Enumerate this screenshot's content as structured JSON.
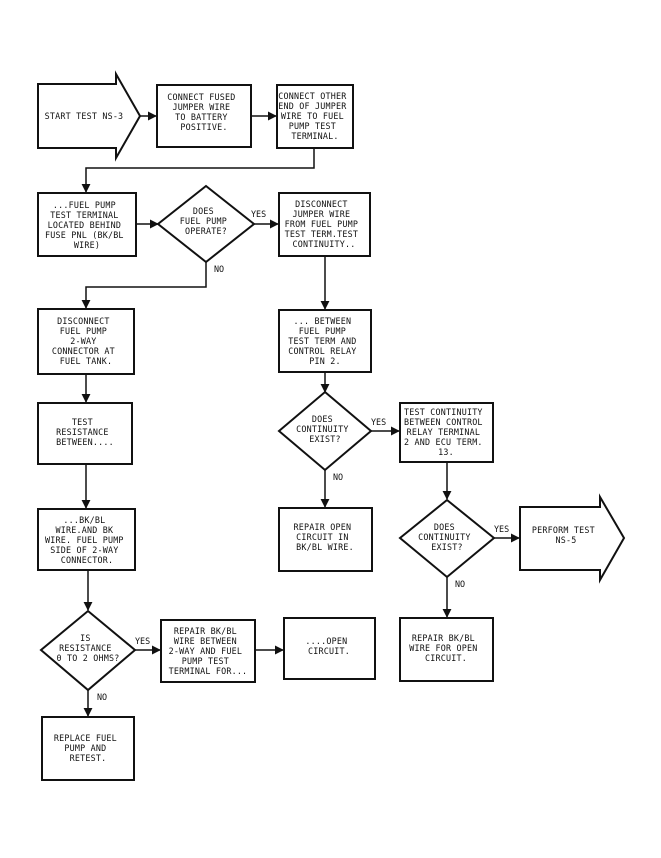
{
  "nodes": {
    "start": {
      "lines": [
        "START TEST NS-3"
      ]
    },
    "n1": {
      "lines": [
        "CONNECT FUSED",
        "JUMPER WIRE",
        "TO BATTERY",
        "POSITIVE."
      ]
    },
    "n2": {
      "lines": [
        "CONNECT OTHER",
        "END OF JUMPER",
        "WIRE TO FUEL",
        "PUMP TEST",
        "TERMINAL."
      ]
    },
    "n3": {
      "lines": [
        "...FUEL PUMP",
        "TEST TERMINAL",
        "LOCATED BEHIND",
        "FUSE PNL (BK/BL",
        "WIRE)"
      ]
    },
    "d1": {
      "lines": [
        "DOES",
        "FUEL PUMP",
        "OPERATE?"
      ]
    },
    "n4": {
      "lines": [
        "DISCONNECT",
        "JUMPER WIRE",
        "FROM FUEL PUMP",
        "TEST TERM.TEST",
        "CONTINUITY.."
      ]
    },
    "n5": {
      "lines": [
        "DISCONNECT",
        "FUEL PUMP",
        "2-WAY",
        "CONNECTOR AT",
        "FUEL TANK."
      ]
    },
    "n6": {
      "lines": [
        "... BETWEEN",
        "FUEL PUMP",
        "TEST TERM AND",
        "CONTROL RELAY",
        "PIN 2."
      ]
    },
    "n7": {
      "lines": [
        "TEST",
        "RESISTANCE",
        "BETWEEN...."
      ]
    },
    "d2": {
      "lines": [
        "DOES",
        "CONTINUITY",
        "EXIST?"
      ]
    },
    "n8": {
      "lines": [
        "TEST CONTINUITY",
        "BETWEEN CONTROL",
        "RELAY TERMINAL",
        "2 AND ECU TERM.",
        "13."
      ]
    },
    "n9": {
      "lines": [
        "...BK/BL",
        "WIRE.AND BK",
        "WIRE. FUEL PUMP",
        "SIDE OF 2-WAY",
        "CONNECTOR."
      ]
    },
    "n10": {
      "lines": [
        "REPAIR OPEN",
        "CIRCUIT IN",
        "BK/BL WIRE."
      ]
    },
    "d3": {
      "lines": [
        "DOES",
        "CONTINUITY",
        "EXIST?"
      ]
    },
    "perform": {
      "lines": [
        "PERFORM TEST",
        "NS-5"
      ]
    },
    "d4": {
      "lines": [
        "IS",
        "RESISTANCE",
        "0 TO 2 OHMS?"
      ]
    },
    "n11": {
      "lines": [
        "REPAIR BK/BL",
        "WIRE BETWEEN",
        "2-WAY AND FUEL",
        "PUMP TEST",
        "TERMINAL FOR..."
      ]
    },
    "n12": {
      "lines": [
        "....OPEN",
        "CIRCUIT."
      ]
    },
    "n13": {
      "lines": [
        "REPAIR BK/BL",
        "WIRE FOR OPEN",
        "CIRCUIT."
      ]
    },
    "n14": {
      "lines": [
        "REPLACE FUEL",
        "PUMP AND",
        "RETEST."
      ]
    }
  },
  "labels": {
    "d1_yes": "YES",
    "d1_no": "NO",
    "d2_yes": "YES",
    "d2_no": "NO",
    "d3_yes": "YES",
    "d3_no": "NO",
    "d4_yes": "YES",
    "d4_no": "NO"
  }
}
